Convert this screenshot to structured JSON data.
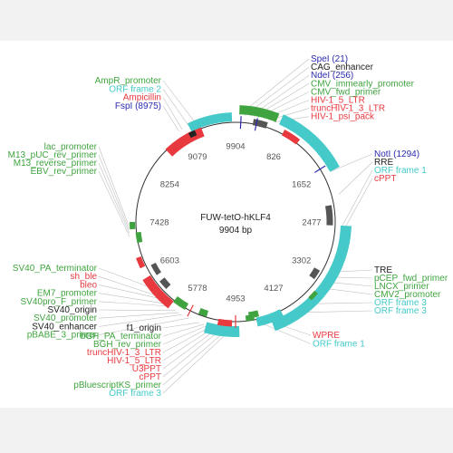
{
  "plasmid": {
    "name": "FUW-tetO-hKLF4",
    "size": "9904 bp"
  },
  "ticks": [
    "9904",
    "826",
    "1652",
    "2477",
    "3302",
    "4127",
    "4953",
    "5778",
    "6603",
    "7428",
    "8254",
    "9079"
  ],
  "colors": {
    "promoter": "#3fa43f",
    "primer": "#3fa43f",
    "resistance": "#e8393f",
    "orf": "#45c9c9",
    "site": "#2b2bb0",
    "misc": "#222222",
    "gray": "#555555"
  },
  "labels": {
    "top_right": [
      {
        "text": "SpeI (21)",
        "type": "site"
      },
      {
        "text": "CAG_enhancer",
        "type": "misc"
      },
      {
        "text": "NdeI (256)",
        "type": "site"
      },
      {
        "text": "CMV_immearly_promoter",
        "type": "promoter"
      },
      {
        "text": "CMV_fwd_primer",
        "type": "primer"
      },
      {
        "text": "HIV-1_5_LTR",
        "type": "resistance"
      },
      {
        "text": "truncHIV-1_3_LTR",
        "type": "resistance"
      },
      {
        "text": "HIV-1_psi_pack",
        "type": "resistance"
      }
    ],
    "right_mid": [
      {
        "text": "NotI (1294)",
        "type": "site"
      },
      {
        "text": "RRE",
        "type": "misc"
      },
      {
        "text": "ORF frame 1",
        "type": "orf"
      },
      {
        "text": "cPPT",
        "type": "resistance"
      }
    ],
    "right_low": [
      {
        "text": "TRE",
        "type": "misc"
      },
      {
        "text": "pCEP_fwd_primer",
        "type": "primer"
      },
      {
        "text": "LNCX_primer",
        "type": "primer"
      },
      {
        "text": "CMV2_promoter",
        "type": "promoter"
      },
      {
        "text": "ORF frame 3",
        "type": "orf"
      },
      {
        "text": "ORF frame 3",
        "type": "orf"
      }
    ],
    "bottom_right": [
      {
        "text": "WPRE",
        "type": "resistance"
      },
      {
        "text": "ORF frame 1",
        "type": "orf"
      }
    ],
    "top_left": [
      {
        "text": "AmpR_promoter",
        "type": "promoter"
      },
      {
        "text": "ORF frame 2",
        "type": "orf"
      },
      {
        "text": "Ampicillin",
        "type": "resistance"
      },
      {
        "text": "FspI (8975)",
        "type": "site"
      }
    ],
    "left_upper": [
      {
        "text": "lac_promoter",
        "type": "promoter"
      },
      {
        "text": "M13_pUC_rev_primer",
        "type": "primer"
      },
      {
        "text": "M13_reverse_primer",
        "type": "primer"
      },
      {
        "text": "EBV_rev_primer",
        "type": "primer"
      }
    ],
    "left_lower": [
      {
        "text": "SV40_PA_terminator",
        "type": "promoter"
      },
      {
        "text": "sh_ble",
        "type": "resistance"
      },
      {
        "text": "bleo",
        "type": "resistance"
      },
      {
        "text": "EM7_promoter",
        "type": "promoter"
      },
      {
        "text": "SV40pro_F_primer",
        "type": "primer"
      },
      {
        "text": "SV40_origin",
        "type": "misc"
      },
      {
        "text": "SV40_promoter",
        "type": "promoter"
      },
      {
        "text": "SV40_enhancer",
        "type": "misc"
      },
      {
        "text": "pBABE_3_primer",
        "type": "primer"
      }
    ],
    "bottom_left": [
      {
        "text": "f1_origin",
        "type": "misc"
      },
      {
        "text": "bGH_PA_terminator",
        "type": "promoter"
      },
      {
        "text": "BGH_rev_primer",
        "type": "primer"
      },
      {
        "text": "truncHIV-1_3_LTR",
        "type": "resistance"
      },
      {
        "text": "HIV-1_5_LTR",
        "type": "resistance"
      },
      {
        "text": "U3PPT",
        "type": "resistance"
      },
      {
        "text": "cPPT",
        "type": "resistance"
      },
      {
        "text": "pBluescriptKS_primer",
        "type": "primer"
      },
      {
        "text": "ORF frame 3",
        "type": "orf"
      }
    ]
  }
}
